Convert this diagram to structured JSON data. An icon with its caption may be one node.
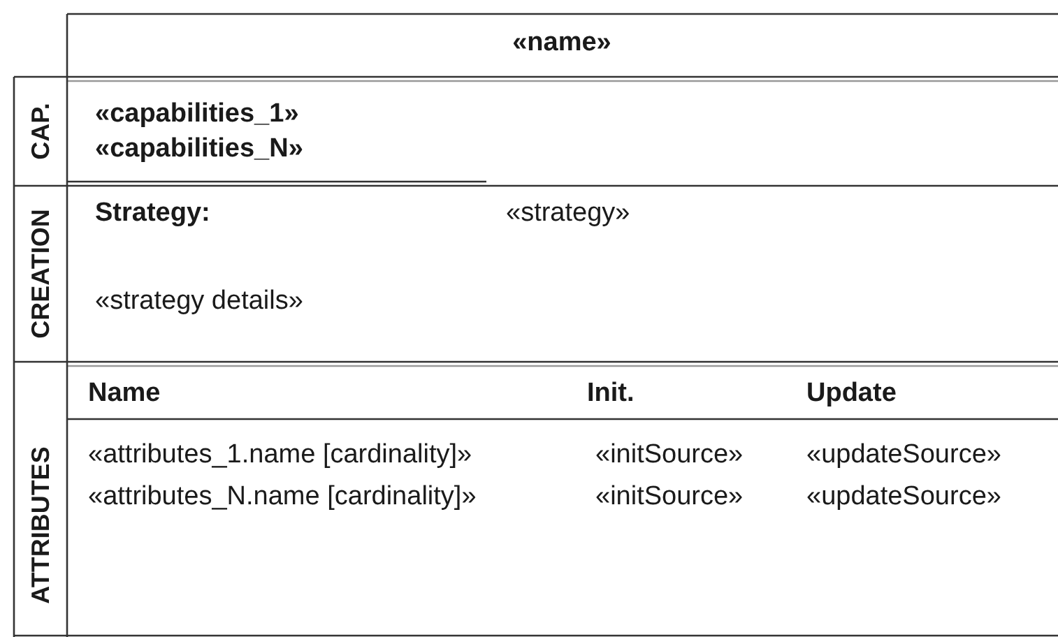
{
  "diagram": {
    "labels": [
      "«name»",
      "CAP.",
      "«capabilities_1»",
      "«capabilities_N»",
      "CREATION",
      "Strategy:",
      "«strategy»",
      "«strategy details»",
      "ATTRIBUTES",
      "Name",
      "Init.",
      "Update",
      "«attributes_1.name [cardinality]»",
      "«initSource»",
      "«updateSource»",
      "«attributes_N.name [cardinality]»",
      "«initSource»",
      "«updateSource»"
    ]
  }
}
